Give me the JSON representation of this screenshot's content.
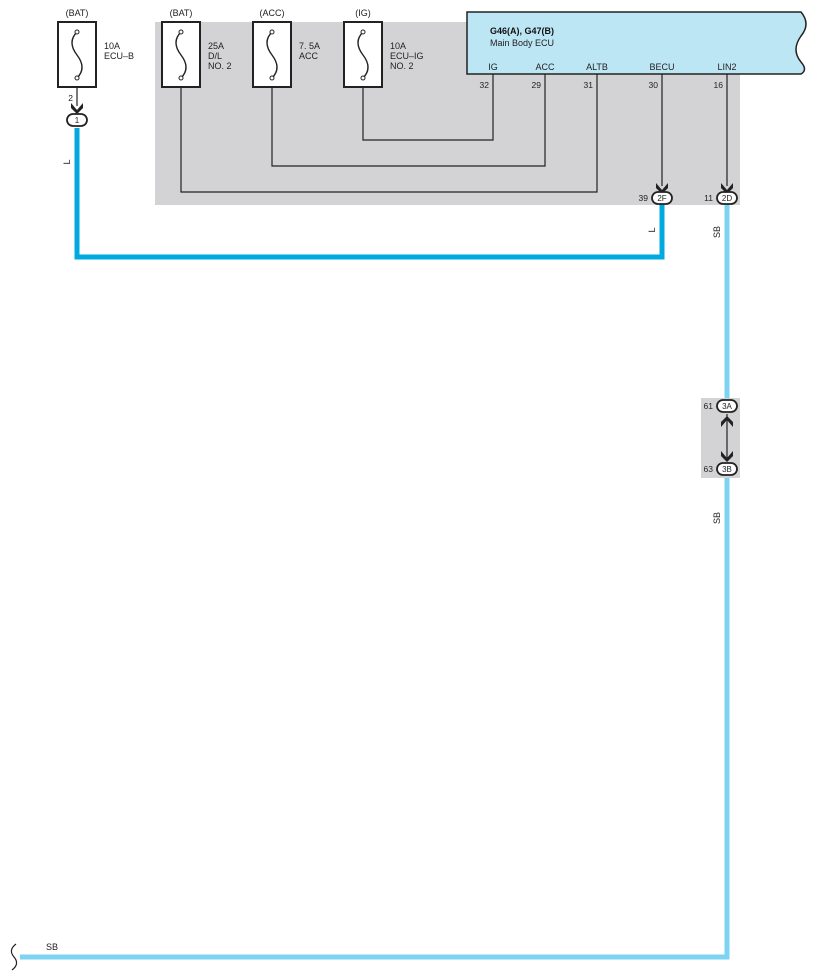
{
  "colors": {
    "shade": "#d3d3d5",
    "ecu_fill": "#bde6f5",
    "wire_l": "#00a9e0",
    "wire_sb": "#7dd3f2",
    "thin_wire": "#222222"
  },
  "fuses": [
    {
      "source": "(BAT)",
      "rating": "10A",
      "line1": "ECU–B",
      "line2": ""
    },
    {
      "source": "(BAT)",
      "rating": "25A",
      "line1": "D/L",
      "line2": "NO. 2"
    },
    {
      "source": "(ACC)",
      "rating": "7. 5A",
      "line1": "ACC",
      "line2": ""
    },
    {
      "source": "(IG)",
      "rating": "10A",
      "line1": "ECU–IG",
      "line2": "NO. 2"
    }
  ],
  "fuse_pin": "2",
  "junction_1": "1",
  "ecu": {
    "title": "G46(A), G47(B)",
    "subtitle": "Main Body ECU",
    "terminals": [
      {
        "name": "IG",
        "pin": "32"
      },
      {
        "name": "ACC",
        "pin": "29"
      },
      {
        "name": "ALTB",
        "pin": "31"
      },
      {
        "name": "BECU",
        "pin": "30"
      },
      {
        "name": "LIN2",
        "pin": "16"
      }
    ]
  },
  "connectors": [
    {
      "pin": "39",
      "code": "2F"
    },
    {
      "pin": "11",
      "code": "2D"
    },
    {
      "pin": "61",
      "code": "3A"
    },
    {
      "pin": "63",
      "code": "3B"
    }
  ],
  "wire_labels": {
    "ecu_b": "L",
    "becu": "L",
    "lin_upper": "SB",
    "lin_mid": "SB",
    "bottom": "SB"
  }
}
